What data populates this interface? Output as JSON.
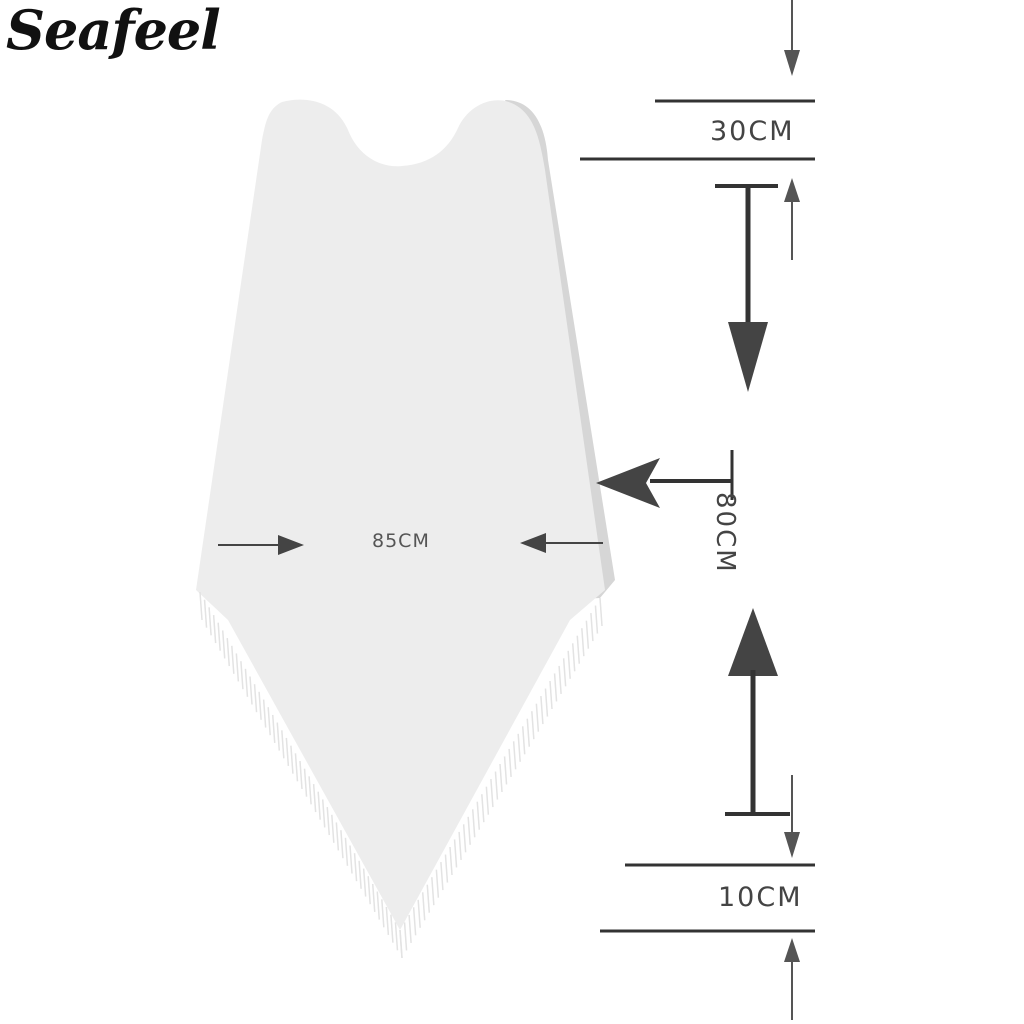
{
  "brand": {
    "name": "Seafeel"
  },
  "dimensions": {
    "neck_depth": "30CM",
    "width": "85CM",
    "length": "80CM",
    "fringe": "10CM"
  },
  "colors": {
    "garment": "#ededed",
    "garment_side": "#d6d6d6",
    "arrow": "#444444",
    "brand": "#111111"
  }
}
